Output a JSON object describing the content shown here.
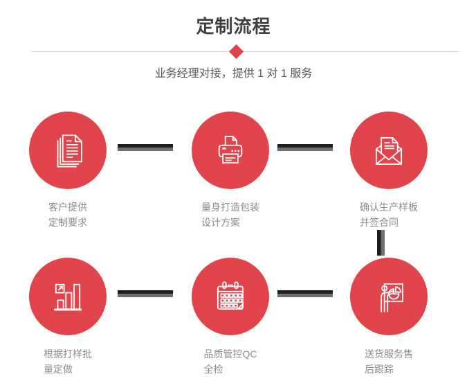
{
  "page": {
    "title": "定制流程",
    "subtitle": "业务经理对接，提供 1 对 1 服务"
  },
  "colors": {
    "accent": "#e2444b",
    "connector-dark": "#1e1e1e",
    "connector-gray": "#6f6f6f",
    "title-text": "#3f3f3f",
    "subtitle-text": "#595959",
    "label-text": "#8c8c8c",
    "divider": "#d9d9d9"
  },
  "decor": {
    "diamond_icon": "diamond-icon"
  },
  "steps": [
    {
      "icon": "documents-icon",
      "label_line1": "客户提供",
      "label_line2": "定制要求"
    },
    {
      "icon": "printer-icon",
      "label_line1": "量身打造包装",
      "label_line2": "设计方案"
    },
    {
      "icon": "envelope-icon",
      "label_line1": "确认生产样板",
      "label_line2": "并签合同"
    },
    {
      "icon": "bar-chart-icon",
      "label_line1": "根据打样批",
      "label_line2": "量定做"
    },
    {
      "icon": "calendar-icon",
      "label_line1": "品质管控QC",
      "label_line2": "全检"
    },
    {
      "icon": "presenter-icon",
      "label_line1": "送货服务售",
      "label_line2": "后跟踪"
    }
  ]
}
